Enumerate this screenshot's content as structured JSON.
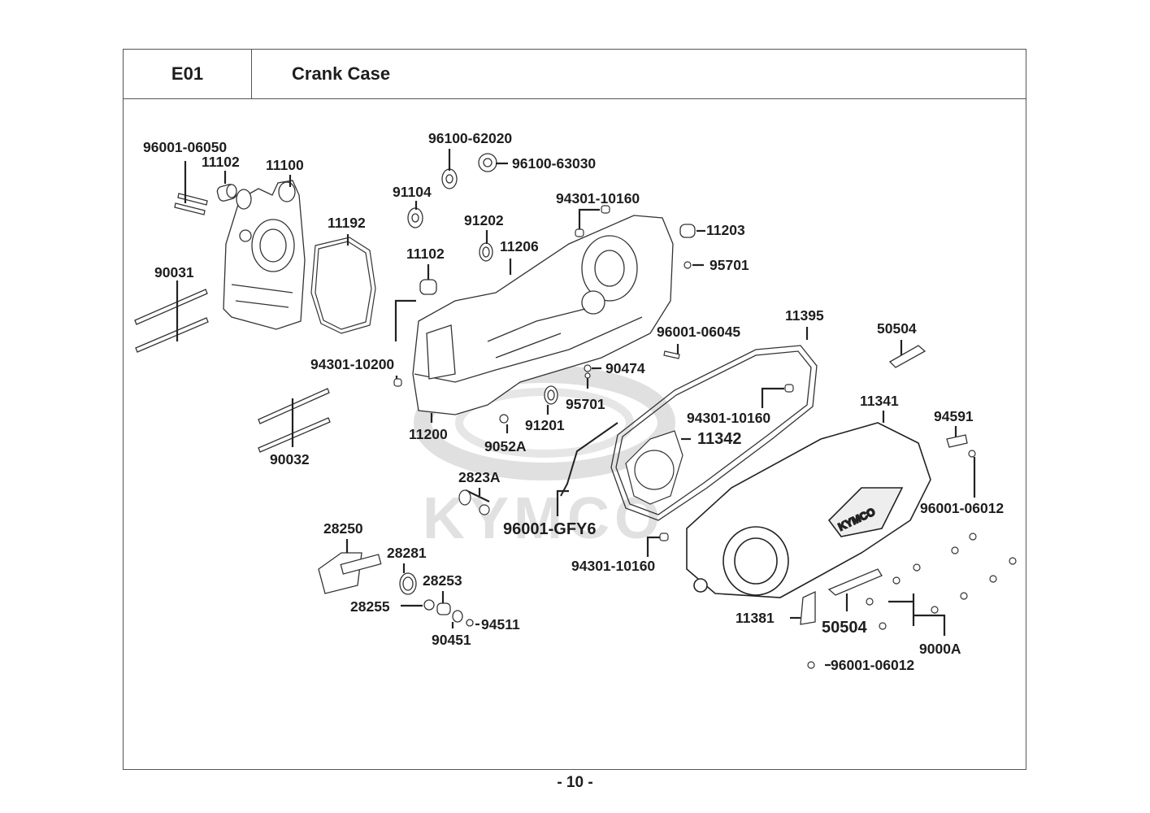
{
  "header": {
    "section_code": "E01",
    "section_title": "Crank Case"
  },
  "watermark": {
    "brand": "KYMCO"
  },
  "cover_emblem_text": "KYMCO",
  "footer": {
    "page_number": "- 10 -"
  },
  "part_labels": [
    {
      "id": "96001-06050"
    },
    {
      "id": "11102"
    },
    {
      "id": "11100"
    },
    {
      "id": "11192"
    },
    {
      "id": "90031"
    },
    {
      "id": "94301-10200"
    },
    {
      "id": "90032"
    },
    {
      "id": "96100-62020"
    },
    {
      "id": "96100-63030"
    },
    {
      "id": "91104"
    },
    {
      "id": "91202"
    },
    {
      "id": "11206"
    },
    {
      "id": "11102"
    },
    {
      "id": "94301-10160"
    },
    {
      "id": "11203"
    },
    {
      "id": "95701"
    },
    {
      "id": "11200"
    },
    {
      "id": "9052A"
    },
    {
      "id": "90474"
    },
    {
      "id": "95701"
    },
    {
      "id": "91201"
    },
    {
      "id": "96001-06045"
    },
    {
      "id": "11395"
    },
    {
      "id": "50504"
    },
    {
      "id": "94301-10160"
    },
    {
      "id": "11342"
    },
    {
      "id": "11341"
    },
    {
      "id": "94591"
    },
    {
      "id": "96001-06012"
    },
    {
      "id": "2823A"
    },
    {
      "id": "96001-GFY6"
    },
    {
      "id": "94301-10160"
    },
    {
      "id": "28250"
    },
    {
      "id": "28281"
    },
    {
      "id": "28253"
    },
    {
      "id": "28255"
    },
    {
      "id": "94511"
    },
    {
      "id": "90451"
    },
    {
      "id": "11381"
    },
    {
      "id": "50504"
    },
    {
      "id": "9000A"
    },
    {
      "id": "96001-06012"
    }
  ]
}
